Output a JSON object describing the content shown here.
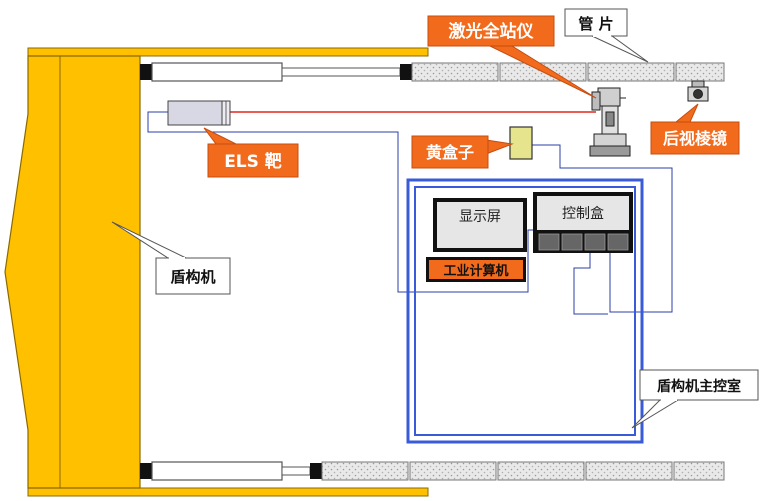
{
  "labels": {
    "total_station": "激光全站仪",
    "segment": "管 片",
    "els_target": "ELS 靶",
    "yellow_box": "黄盒子",
    "back_prism": "后视棱镜",
    "display": "显示屏",
    "control_box": "控制盒",
    "industrial_pc": "工业计算机",
    "shield_machine": "盾构机",
    "control_room": "盾构机主控室"
  },
  "colors": {
    "shield_yellow": "#FFC000",
    "callout_orange": "#F26B1D",
    "laser_red": "#E0281E",
    "room_blue": "#3A5BD9",
    "cable_blue": "#2B3FA8",
    "yellow_box_fill": "#E6E48C"
  }
}
